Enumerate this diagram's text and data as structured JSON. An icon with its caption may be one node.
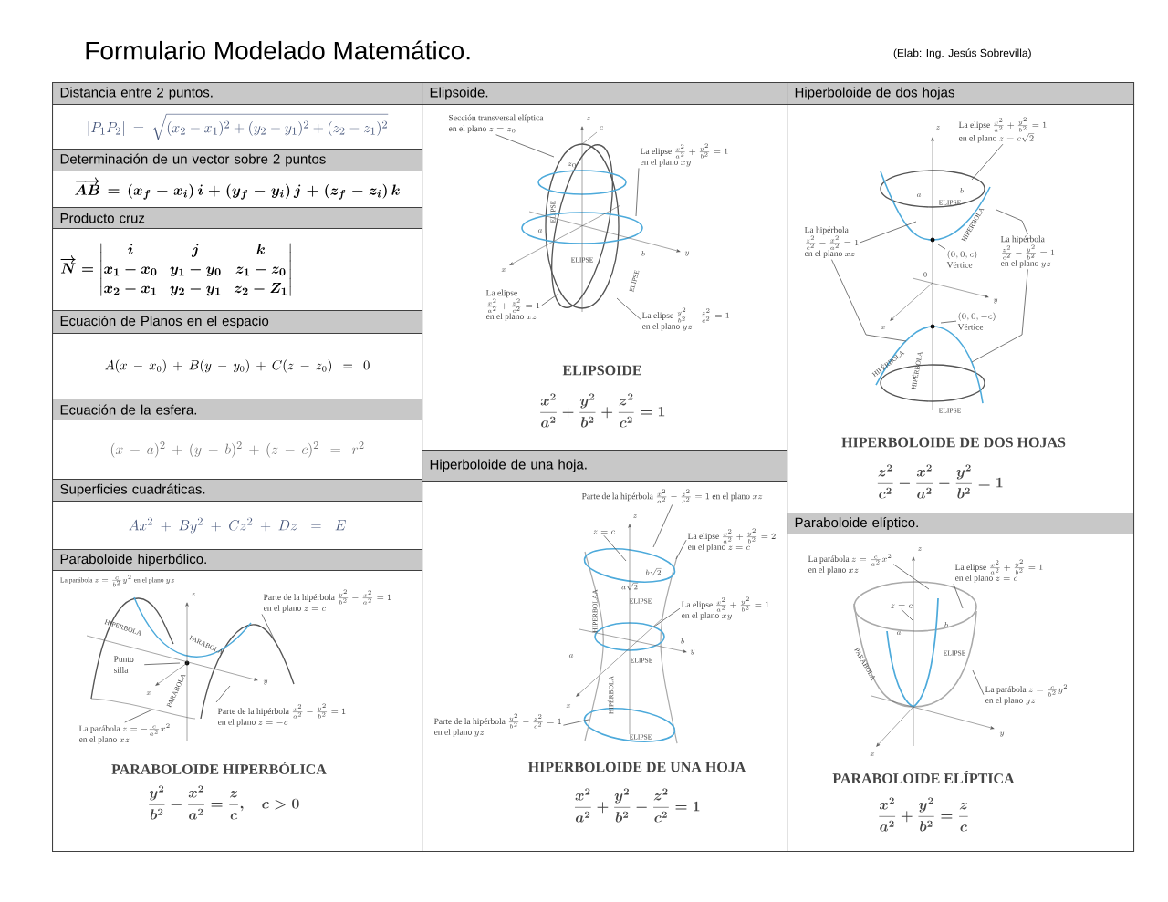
{
  "diagram": {
    "title": "Formulario Modelado Matemático.",
    "nodes": [
      {
        "text": [
          "Distancia entre 2 puntos."
        ]
      },
      {
        "text": [
          "|P_1P_2| = \\sqrt{(x_2 - x_1)^2 + (y_2 - y_1)^2 + (z_2 - z_1)^2}"
        ]
      },
      {
        "text": [
          "Determinación de un vector sobre 2 puntos"
        ]
      },
      {
        "text": [
          "\\overrightarrow{AB} = (x_f - x_i)\\, i + (y_f - y_i)\\, j + (z_f - z_i)\\, k"
        ]
      },
      {
        "text": [
          "Producto cruz"
        ]
      },
      {
        "text": [
          "\\overrightarrow{N} = \\begin{vmatrix} i & j & k \\\\ x_1 - x_0 & y_1 - y_0 & z_1 - z_0 \\\\ x_2 - x_1 & y_2 - y_1 & z_2 - Z_1 \\end{vmatrix}"
        ]
      },
      {
        "text": [
          "Ecuación de Planos en el espacio"
        ]
      },
      {
        "text": [
          "A(x - x_0) + B(y - y_0) + C(z - z_0) = 0"
        ]
      },
      {
        "text": [
          "Ecuación de la esfera."
        ]
      },
      {
        "text": [
          "(x - a)^2 + (y - b)^2 + (z - c)^2 = r^2"
        ]
      },
      {
        "text": [
          "Superficies cuadráticas."
        ]
      },
      {
        "text": [
          "Ax^2 + By^2 + Cz^2 + Dz = E"
        ]
      },
      {
        "text": [
          "Paraboloide hiperbólico."
        ]
      },
      {
        "text": [
          "PARABOLOIDE HIPERBÓLICA",
          "\\frac{y^2}{b^2} - \\frac{x^2}{a^2} = \\frac{z}{c}, \\quad c > 0"
        ]
      },
      {
        "text": [
          "\\text{Parte de la hipérbola } \\frac{y^2}{b^2} - \\frac{x^2}{a^2} = 1",
          "\\text{en el plano } z = c"
        ],
        "in": 13
      },
      {
        "text": [
          "Punto silla"
        ],
        "in": 44
      },
      {
        "text": [
          "\\text{Parte de la hipérbola } \\frac{x^2}{a^2} - \\frac{y^2}{b^2} = 1",
          "\\text{en el plano } z = -c"
        ],
        "in": 13
      },
      {
        "text": [
          "\\text{La parábola } z = -\\frac{c}{a^2}x^2",
          "\\text{en el plano } xz"
        ],
        "in": 13
      },
      {
        "text": [
          "Elipsoide."
        ]
      },
      {
        "text": [
          "ELIPSOIDE",
          "\\frac{x^2}{a^2} + \\frac{y^2}{b^2} + \\frac{z^2}{c^2} = 1"
        ]
      },
      {
        "text": [
          "Sección transversal elíptica",
          "\\text{en el plano } z = z_0"
        ],
        "in": 19
      },
      {
        "text": [
          "\\text{La elipse } \\frac{x^2}{a^2} + \\frac{y^2}{b^2} = 1",
          "\\text{en el plano } xy"
        ],
        "in": 19
      },
      {
        "text": [
          "La elipse",
          "\\frac{x^2}{a^2} + \\frac{z^2}{c^2} = 1",
          "\\text{en el plano } xz"
        ],
        "in": 19
      },
      {
        "text": [
          "\\text{La elipse } \\frac{y^2}{b^2} + \\frac{z^2}{c^2} = 1",
          "\\text{en el plano } yz"
        ],
        "in": 19
      },
      {
        "text": [
          "Hiperboloide de una hoja."
        ]
      },
      {
        "text": [
          "HIPERBOLOIDE DE UNA HOJA",
          "\\frac{x^2}{a^2} + \\frac{y^2}{b^2} - \\frac{z^2}{c^2} = 1"
        ]
      },
      {
        "text": [
          "\\text{Parte de la hipérbola } \\frac{x^2}{a^2} - \\frac{z^2}{c^2} = 1 \\text{ en el plano } xz"
        ],
        "in": 25
      },
      {
        "text": [
          "z = c"
        ],
        "in": 46
      },
      {
        "text": [
          "\\text{La elipse } \\frac{x^2}{a^2} + \\frac{y^2}{b^2} = 2",
          "\\text{en el plano } z = c"
        ],
        "in": 25
      },
      {
        "text": [
          "\\text{La elipse } \\frac{x^2}{a^2} + \\frac{y^2}{b^2} = 1",
          "\\text{en el plano } xy"
        ],
        "in": 25
      },
      {
        "text": [
          "\\text{Parte de la hipérbola } \\frac{y^2}{b^2} - \\frac{z^2}{c^2} = 1",
          "\\text{en el plano } yz"
        ],
        "in": 25
      },
      {
        "text": [
          "Hiperboloide de dos hojas"
        ]
      },
      {
        "text": [
          "HIPERBOLOIDE DE DOS HOJAS",
          "\\frac{z^2}{c^2} - \\frac{x^2}{a^2} - \\frac{y^2}{b^2} = 1"
        ]
      },
      {
        "text": [
          "\\text{La elipse } \\frac{x^2}{a^2} + \\frac{y^2}{b^2} = 1",
          "\\text{en el plano } z = c\\sqrt{2}"
        ],
        "in": 32
      },
      {
        "text": [
          "La hipérbola",
          "\\frac{z^2}{c^2} - \\frac{x^2}{a^2} = 1",
          "\\text{en el plano } xz"
        ],
        "in": 32
      },
      {
        "text": [
          "(0, 0, c)",
          "Vértice"
        ],
        "in": 47
      },
      {
        "text": [
          "La hipérbola",
          "\\frac{z^2}{c^2} - \\frac{y^2}{b^2} = 1",
          "\\text{en el plano } yz"
        ],
        "in": 32
      },
      {
        "text": [
          "(0, 0, -c)",
          "Vértice"
        ],
        "in": 32
      },
      {
        "text": [
          "Paraboloide elíptico."
        ]
      },
      {
        "text": [
          "PARABOLOIDE ELÍPTICA",
          "\\frac{x^2}{a^2} + \\frac{y^2}{b^2} = \\frac{z}{c}"
        ]
      },
      {
        "text": [
          "\\text{La parábola } z = \\frac{c}{a^2}x^2",
          "\\text{en el plano } xz"
        ],
        "in": 39
      },
      {
        "text": [
          "\\text{La elipse } \\frac{x^2}{a^2} + \\frac{y^2}{b^2} = 1",
          "\\text{en el plano } z = c"
        ],
        "in": 39
      },
      {
        "text": [
          "z = c"
        ],
        "in": 48
      },
      {
        "text": [
          "\\text{La parábola } z = \\frac{c}{b^2}y^2",
          "\\text{en el plano } yz"
        ],
        "in": 39
      },
      {
        "text": [],
        "shape": "picture",
        "in": 13
      },
      {
        "text": [],
        "shape": "picture",
        "in": 19
      },
      {
        "text": [],
        "shape": "picture",
        "in": 25
      },
      {
        "text": [],
        "shape": "picture",
        "in": 32
      },
      {
        "text": [],
        "shape": "picture",
        "in": 39
      }
    ],
    "edges": [
      {
        "from": 14,
        "to": 44,
        "arrow": "none"
      },
      {
        "from": 15,
        "to": 44,
        "arrow": "none"
      },
      {
        "from": 16,
        "to": 44,
        "arrow": "none"
      },
      {
        "from": 17,
        "to": 44,
        "arrow": "none"
      },
      {
        "from": 20,
        "to": 45,
        "arrow": "none"
      },
      {
        "from": 21,
        "to": 45,
        "arrow": "none"
      },
      {
        "from": 22,
        "to": 45,
        "arrow": "none"
      },
      {
        "from": 23,
        "to": 45,
        "arrow": "none"
      },
      {
        "from": 26,
        "to": 46,
        "arrow": "none"
      },
      {
        "from": 27,
        "to": 46,
        "arrow": "none"
      },
      {
        "from": 28,
        "to": 46,
        "arrow": "none"
      },
      {
        "from": 29,
        "to": 46,
        "arrow": "none"
      },
      {
        "from": 30,
        "to": 46,
        "arrow": "none"
      },
      {
        "from": 33,
        "to": 47,
        "arrow": "none"
      },
      {
        "from": 34,
        "to": 47,
        "arrow": "none"
      },
      {
        "from": 34,
        "to": 47,
        "arrow": "none"
      },
      {
        "from": 35,
        "to": 47,
        "arrow": "none"
      },
      {
        "from": 36,
        "to": 47,
        "arrow": "none"
      },
      {
        "from": 36,
        "to": 47,
        "arrow": "none"
      },
      {
        "from": 37,
        "to": 47,
        "arrow": "none"
      },
      {
        "from": 40,
        "to": 48,
        "arrow": "none"
      },
      {
        "from": 41,
        "to": 48,
        "arrow": "none"
      },
      {
        "from": 42,
        "to": 48,
        "arrow": "none"
      },
      {
        "from": 43,
        "to": 48,
        "arrow": "none"
      }
    ],
    "labels": [
      "(Elab: Ing. Jesús Sobrevilla)",
      "\\text{La parábola } z = \\frac{c}{b^2}y^2 \\text{ en el plano } yz",
      "z",
      "HIPERBOLA",
      "PARABOLA",
      "PARABOLA",
      "x",
      "y",
      "z",
      "c",
      "z_0",
      "ELIPSE",
      "a",
      "b",
      "x",
      "y",
      "ELIPSE",
      "ELIPSE",
      "z",
      "b\\sqrt{2}",
      "a\\sqrt{2}",
      "ELIPSE",
      "HIPERBOLAA",
      "b",
      "y",
      "a",
      "ELIPSE",
      "HIPÉRBOLA",
      "x",
      "ELIPSE",
      "z",
      "a",
      "b",
      "ELIPSE",
      "HIPERBOLA",
      "0",
      "y",
      "x",
      "HIPÉRBOLA",
      "HIPÉRBOLA",
      "ELIPSE",
      "z",
      "a",
      "b",
      "PARABOLA",
      "ELIPSE",
      "y",
      "x"
    ]
  }
}
